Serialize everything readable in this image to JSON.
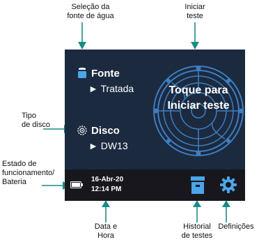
{
  "callouts": {
    "water_source": [
      "Seleção da",
      "fonte de água"
    ],
    "start_test": [
      "Iniciar",
      "teste"
    ],
    "disc_type": [
      "Tipo",
      "de disco"
    ],
    "status_battery": [
      "Estado de",
      "funcionamento/",
      "Bateria"
    ],
    "date_time": [
      "Data e",
      "Hora"
    ],
    "test_history": [
      "Historial",
      "de testes"
    ],
    "settings": [
      "Definições"
    ]
  },
  "screen": {
    "source": {
      "label": "Fonte",
      "value": "► Tratada",
      "icon": "water-source-icon"
    },
    "disc": {
      "label": "Disco",
      "value": "► DW13",
      "icon": "disc-icon"
    },
    "start_button": [
      "Toque para",
      "Iniciar teste"
    ],
    "status": {
      "date": "16-Abr-20",
      "time": "12:14 PM"
    }
  },
  "colors": {
    "screen_bg": "#1c2a40",
    "status_bar_bg": "#17171d",
    "accent": "#4aa6e8",
    "arrow": "#1c8a86"
  }
}
